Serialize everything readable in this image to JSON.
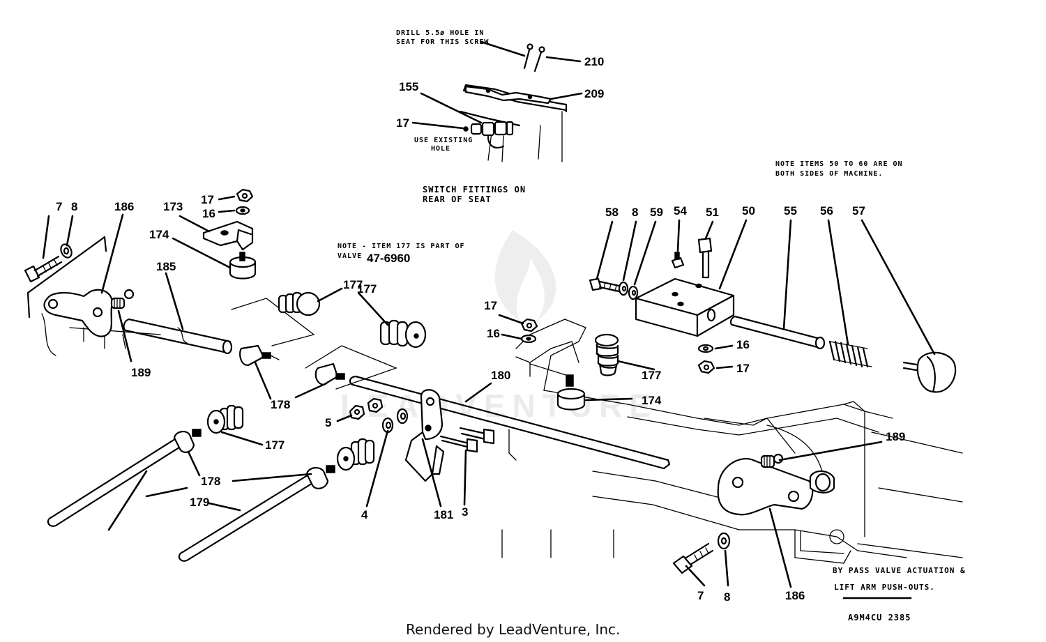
{
  "callouts": [
    {
      "id": "210",
      "label": "210"
    },
    {
      "id": "209",
      "label": "209"
    },
    {
      "id": "155",
      "label": "155"
    },
    {
      "id": "17a",
      "label": "17"
    },
    {
      "id": "7a",
      "label": "7"
    },
    {
      "id": "8a",
      "label": "8"
    },
    {
      "id": "186a",
      "label": "186"
    },
    {
      "id": "173",
      "label": "173"
    },
    {
      "id": "17b",
      "label": "17"
    },
    {
      "id": "16a",
      "label": "16"
    },
    {
      "id": "174a",
      "label": "174"
    },
    {
      "id": "185",
      "label": "185"
    },
    {
      "id": "189a",
      "label": "189"
    },
    {
      "id": "177a",
      "label": "177"
    },
    {
      "id": "177b",
      "label": "177"
    },
    {
      "id": "178a",
      "label": "178"
    },
    {
      "id": "177c",
      "label": "177"
    },
    {
      "id": "178b",
      "label": "178"
    },
    {
      "id": "179",
      "label": "179"
    },
    {
      "id": "5",
      "label": "5"
    },
    {
      "id": "4",
      "label": "4"
    },
    {
      "id": "181",
      "label": "181"
    },
    {
      "id": "3",
      "label": "3"
    },
    {
      "id": "180",
      "label": "180"
    },
    {
      "id": "17c",
      "label": "17"
    },
    {
      "id": "16b",
      "label": "16"
    },
    {
      "id": "177d",
      "label": "177"
    },
    {
      "id": "174b",
      "label": "174"
    },
    {
      "id": "58",
      "label": "58"
    },
    {
      "id": "8b",
      "label": "8"
    },
    {
      "id": "59",
      "label": "59"
    },
    {
      "id": "54",
      "label": "54"
    },
    {
      "id": "51",
      "label": "51"
    },
    {
      "id": "50",
      "label": "50"
    },
    {
      "id": "55",
      "label": "55"
    },
    {
      "id": "56",
      "label": "56"
    },
    {
      "id": "57",
      "label": "57"
    },
    {
      "id": "16c",
      "label": "16"
    },
    {
      "id": "17d",
      "label": "17"
    },
    {
      "id": "189b",
      "label": "189"
    },
    {
      "id": "7b",
      "label": "7"
    },
    {
      "id": "8c",
      "label": "8"
    },
    {
      "id": "186b",
      "label": "186"
    }
  ],
  "notes": {
    "drill_line1": "DRILL 5.5ø HOLE IN",
    "drill_line2": "SEAT FOR THIS SCREW",
    "existing_line1": "USE EXISTING",
    "existing_line2": "HOLE",
    "switch_line1": "SWITCH FITTINGS ON",
    "switch_line2": "REAR OF SEAT",
    "items_line1": "NOTE  ITEMS 50 TO 60 ARE ON",
    "items_line2": "BOTH SIDES OF MACHINE.",
    "valve_line1": "NOTE - ITEM 177 IS PART OF",
    "valve_line2": "VALVE",
    "valve_number": "47-6960",
    "bypass_line1": "BY PASS VALVE ACTUATION  &",
    "bypass_line2": "LIFT ARM PUSH-OUTS.",
    "drawing_code": "A9M4CU  2385"
  },
  "footer": "Rendered by LeadVenture, Inc.",
  "watermark": "LEADVENTURE"
}
